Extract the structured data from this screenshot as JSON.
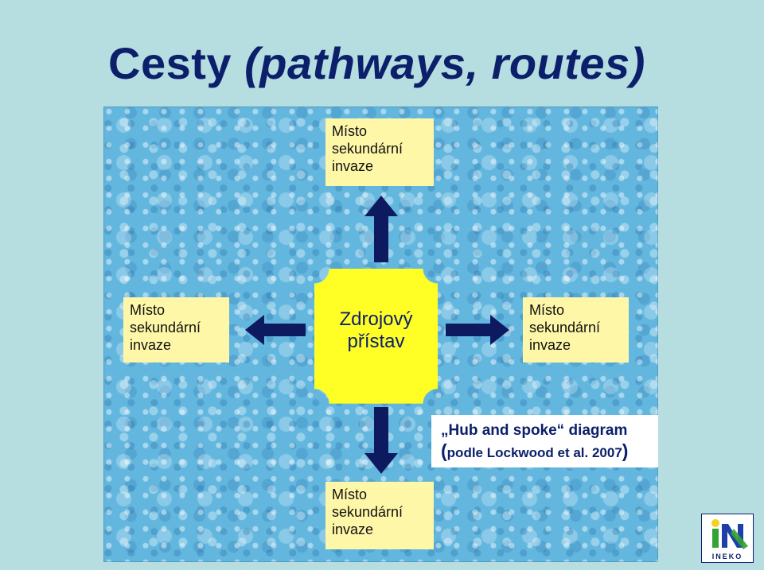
{
  "title": {
    "main": "Cesty ",
    "italic": "(pathways, routes)"
  },
  "hub": {
    "lines": [
      "Zdrojový",
      "přístav"
    ],
    "color": "#ffff26"
  },
  "nodes": {
    "top": {
      "lines": [
        "Místo",
        "sekundární",
        "invaze"
      ]
    },
    "left": {
      "lines": [
        "Místo",
        "sekundární",
        "invaze"
      ]
    },
    "right": {
      "lines": [
        "Místo",
        "sekundární",
        "invaze"
      ]
    },
    "bottom": {
      "lines": [
        "Místo",
        "sekundární",
        "invaze"
      ]
    }
  },
  "caption": {
    "line1": "„Hub and spoke“ diagram",
    "open_paren": "(",
    "line2": "podle Lockwood et al. 2007",
    "close_paren": ")"
  },
  "logo": {
    "text": "INEKO",
    "icon": "ineko-logo-icon"
  },
  "colors": {
    "title": "#0b1f6b",
    "arrow": "#0d1a60",
    "node_fill": "#fff7a8",
    "panel": "#63b7df"
  }
}
